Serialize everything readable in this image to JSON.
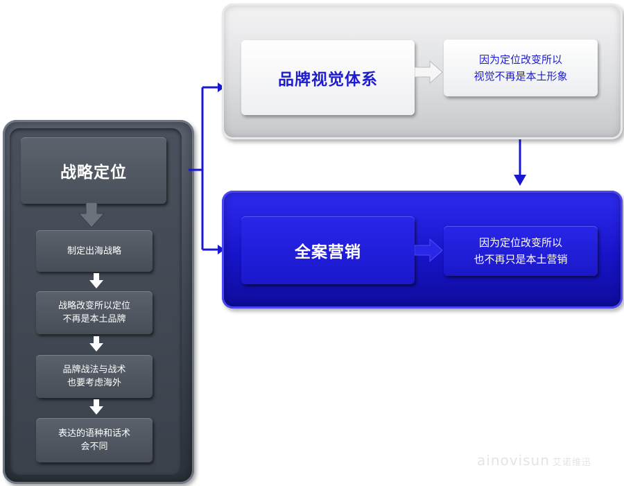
{
  "strategy": {
    "title": "战略定位",
    "steps": [
      {
        "line1": "制定出海战略",
        "line2": ""
      },
      {
        "line1": "战略改变所以定位",
        "line2": "不再是本土品牌"
      },
      {
        "line1": "品牌战法与战术",
        "line2": "也要考虑海外"
      },
      {
        "line1": "表达的语种和话术",
        "line2": "会不同"
      }
    ]
  },
  "visual": {
    "title": "品牌视觉体系",
    "note_line1": "因为定位改变所以",
    "note_line2": "视觉不再是本土形象"
  },
  "marketing": {
    "title": "全案营销",
    "note_line1": "因为定位改变所以",
    "note_line2": "也不再只是本土营销"
  },
  "watermark": {
    "brand": "ainovisun",
    "cn": "艾诺维迅"
  },
  "colors": {
    "blue": "#1e1ccf",
    "dark_gray": "#3e4550",
    "light_gray": "#dcdde0",
    "connector": "#1a17d0"
  }
}
